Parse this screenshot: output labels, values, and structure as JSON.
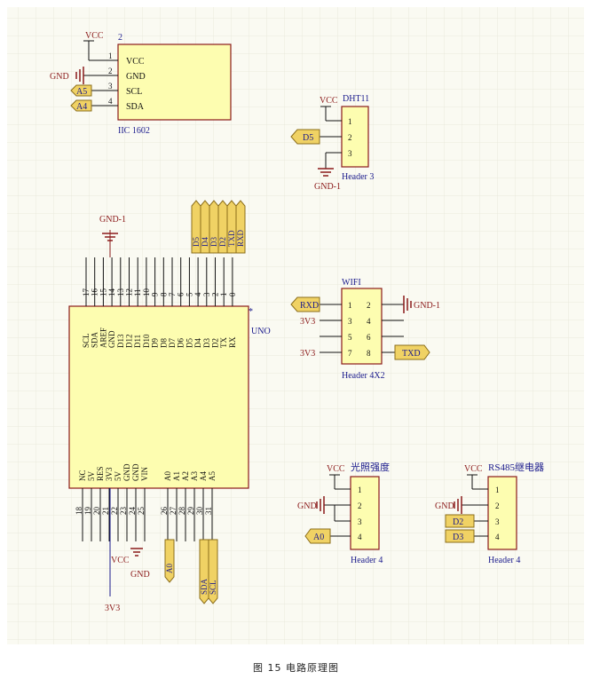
{
  "caption": "图 15  电路原理图",
  "colors": {
    "background": "#fafaf2",
    "grid": "#e9e9dc",
    "part_fill": "#fdfdb0",
    "part_border": "#8b1a1a",
    "wire": "#111111",
    "power_text": "#8b1a1a",
    "label_text": "#1a1a8c",
    "port_fill": "#f0d264",
    "port_border": "#8b6d1a"
  },
  "iic1602": {
    "designator": "IIC 1602",
    "pin_top_number": "2",
    "vcc": "VCC",
    "gnd_net": "GND",
    "pins": [
      {
        "num": "1",
        "name": "VCC"
      },
      {
        "num": "2",
        "name": "GND"
      },
      {
        "num": "3",
        "name": "SCL"
      },
      {
        "num": "4",
        "name": "SDA"
      }
    ],
    "ports": [
      "A5",
      "A4"
    ]
  },
  "dht11": {
    "title": "DHT11",
    "designator": "Header 3",
    "vcc": "VCC",
    "gnd": "GND-1",
    "pins": [
      "1",
      "2",
      "3"
    ],
    "port": "D5"
  },
  "uno": {
    "designator": "UNO",
    "gnd_top": "GND-1",
    "top_pins": [
      {
        "num": "17",
        "name": "SCL"
      },
      {
        "num": "16",
        "name": "SDA"
      },
      {
        "num": "15",
        "name": "AREF"
      },
      {
        "num": "14",
        "name": "GND"
      },
      {
        "num": "13",
        "name": "D13"
      },
      {
        "num": "12",
        "name": "D12"
      },
      {
        "num": "11",
        "name": "D11"
      },
      {
        "num": "10",
        "name": "D10"
      },
      {
        "num": "9",
        "name": "D9"
      },
      {
        "num": "8",
        "name": "D8"
      },
      {
        "num": "7",
        "name": "D7"
      },
      {
        "num": "6",
        "name": "D6"
      },
      {
        "num": "5",
        "name": "D5"
      },
      {
        "num": "4",
        "name": "D4"
      },
      {
        "num": "3",
        "name": "D3"
      },
      {
        "num": "2",
        "name": "D2"
      },
      {
        "num": "1",
        "name": "TX"
      },
      {
        "num": "0",
        "name": "RX"
      }
    ],
    "top_ports": [
      "D5",
      "D4",
      "D3",
      "D2",
      "TXD",
      "RXD"
    ],
    "bottom_pins": [
      {
        "num": "18",
        "name": "NC"
      },
      {
        "num": "19",
        "name": "5V"
      },
      {
        "num": "20",
        "name": "RES"
      },
      {
        "num": "21",
        "name": "3V3"
      },
      {
        "num": "22",
        "name": "5V"
      },
      {
        "num": "23",
        "name": "GND"
      },
      {
        "num": "24",
        "name": "GND"
      },
      {
        "num": "25",
        "name": "VIN"
      },
      {
        "num": "26",
        "name": "A0"
      },
      {
        "num": "27",
        "name": "A1"
      },
      {
        "num": "28",
        "name": "A2"
      },
      {
        "num": "29",
        "name": "A3"
      },
      {
        "num": "30",
        "name": "A4"
      },
      {
        "num": "31",
        "name": "A5"
      }
    ],
    "bottom_ports": [
      "A0",
      "SDA",
      "SCL"
    ],
    "vcc": "VCC",
    "gnd": "GND",
    "v3": "3V3"
  },
  "wifi": {
    "title": "WIFI",
    "designator": "Header 4X2",
    "gnd": "GND-1",
    "left_pins": [
      "1",
      "3",
      "5",
      "7"
    ],
    "right_pins": [
      "2",
      "4",
      "6",
      "8"
    ],
    "port_rxd": "RXD",
    "port_txd": "TXD",
    "v3_a": "3V3",
    "v3_b": "3V3"
  },
  "light": {
    "title": "光照强度",
    "designator": "Header 4",
    "vcc": "VCC",
    "gnd": "GND",
    "pins": [
      "1",
      "2",
      "3",
      "4"
    ],
    "port": "A0"
  },
  "rs485": {
    "title": "RS485继电器",
    "designator": "Header 4",
    "vcc": "VCC",
    "gnd": "GND",
    "pins": [
      "1",
      "2",
      "3",
      "4"
    ],
    "ports": [
      "D2",
      "D3"
    ]
  }
}
